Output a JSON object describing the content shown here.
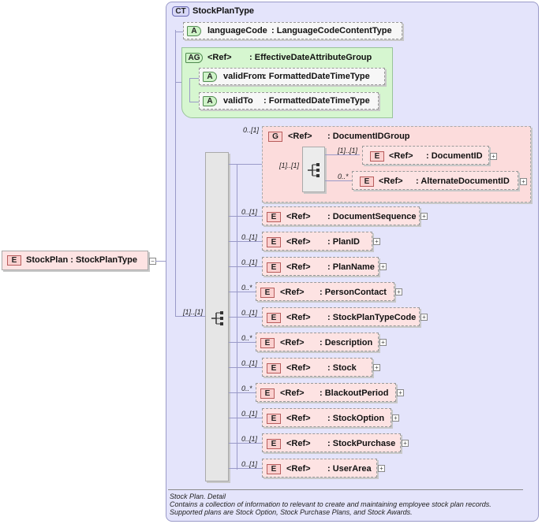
{
  "root": {
    "badge": "E",
    "name": "StockPlan",
    "type": "StockPlanType"
  },
  "complex_type": {
    "badge": "CT",
    "name": "StockPlanType"
  },
  "attributes": [
    {
      "badge": "A",
      "name": "languageCode",
      "type": "LanguageCodeContentType"
    }
  ],
  "attribute_group": {
    "badge": "AG",
    "ref": "<Ref>",
    "name": "EffectiveDateAttributeGroup",
    "attributes": [
      {
        "badge": "A",
        "name": "validFrom",
        "type": "FormattedDateTimeType"
      },
      {
        "badge": "A",
        "name": "validTo",
        "type": "FormattedDateTimeType"
      }
    ]
  },
  "sequence_multiplicity": "[1]..[1]",
  "group": {
    "badge": "G",
    "ref": "<Ref>",
    "name": "DocumentIDGroup",
    "multiplicity": "0..[1]",
    "choice_multiplicity": "[1]..[1]",
    "elements": [
      {
        "badge": "E",
        "ref": "<Ref>",
        "name": "DocumentID",
        "multiplicity": "[1]..[1]"
      },
      {
        "badge": "E",
        "ref": "<Ref>",
        "name": "AlternateDocumentID",
        "multiplicity": "0..*"
      }
    ]
  },
  "elements": [
    {
      "badge": "E",
      "ref": "<Ref>",
      "name": "DocumentSequence",
      "multiplicity": "0..[1]"
    },
    {
      "badge": "E",
      "ref": "<Ref>",
      "name": "PlanID",
      "multiplicity": "0..[1]"
    },
    {
      "badge": "E",
      "ref": "<Ref>",
      "name": "PlanName",
      "multiplicity": "0..[1]"
    },
    {
      "badge": "E",
      "ref": "<Ref>",
      "name": "PersonContact",
      "multiplicity": "0..*"
    },
    {
      "badge": "E",
      "ref": "<Ref>",
      "name": "StockPlanTypeCode",
      "multiplicity": "0..[1]"
    },
    {
      "badge": "E",
      "ref": "<Ref>",
      "name": "Description",
      "multiplicity": "0..*"
    },
    {
      "badge": "E",
      "ref": "<Ref>",
      "name": "Stock",
      "multiplicity": "0..[1]"
    },
    {
      "badge": "E",
      "ref": "<Ref>",
      "name": "BlackoutPeriod",
      "multiplicity": "0..*"
    },
    {
      "badge": "E",
      "ref": "<Ref>",
      "name": "StockOption",
      "multiplicity": "0..[1]"
    },
    {
      "badge": "E",
      "ref": "<Ref>",
      "name": "StockPurchase",
      "multiplicity": "0..[1]"
    },
    {
      "badge": "E",
      "ref": "<Ref>",
      "name": "UserArea",
      "multiplicity": "0..[1]"
    }
  ],
  "documentation": {
    "title": "Stock Plan. Detail",
    "line1": "Contains a collection of information to relevant to create and maintaining employee stock plan records.",
    "line2": "Supported plans are Stock Option, Stock Purchase Plans, and Stock Awards."
  }
}
